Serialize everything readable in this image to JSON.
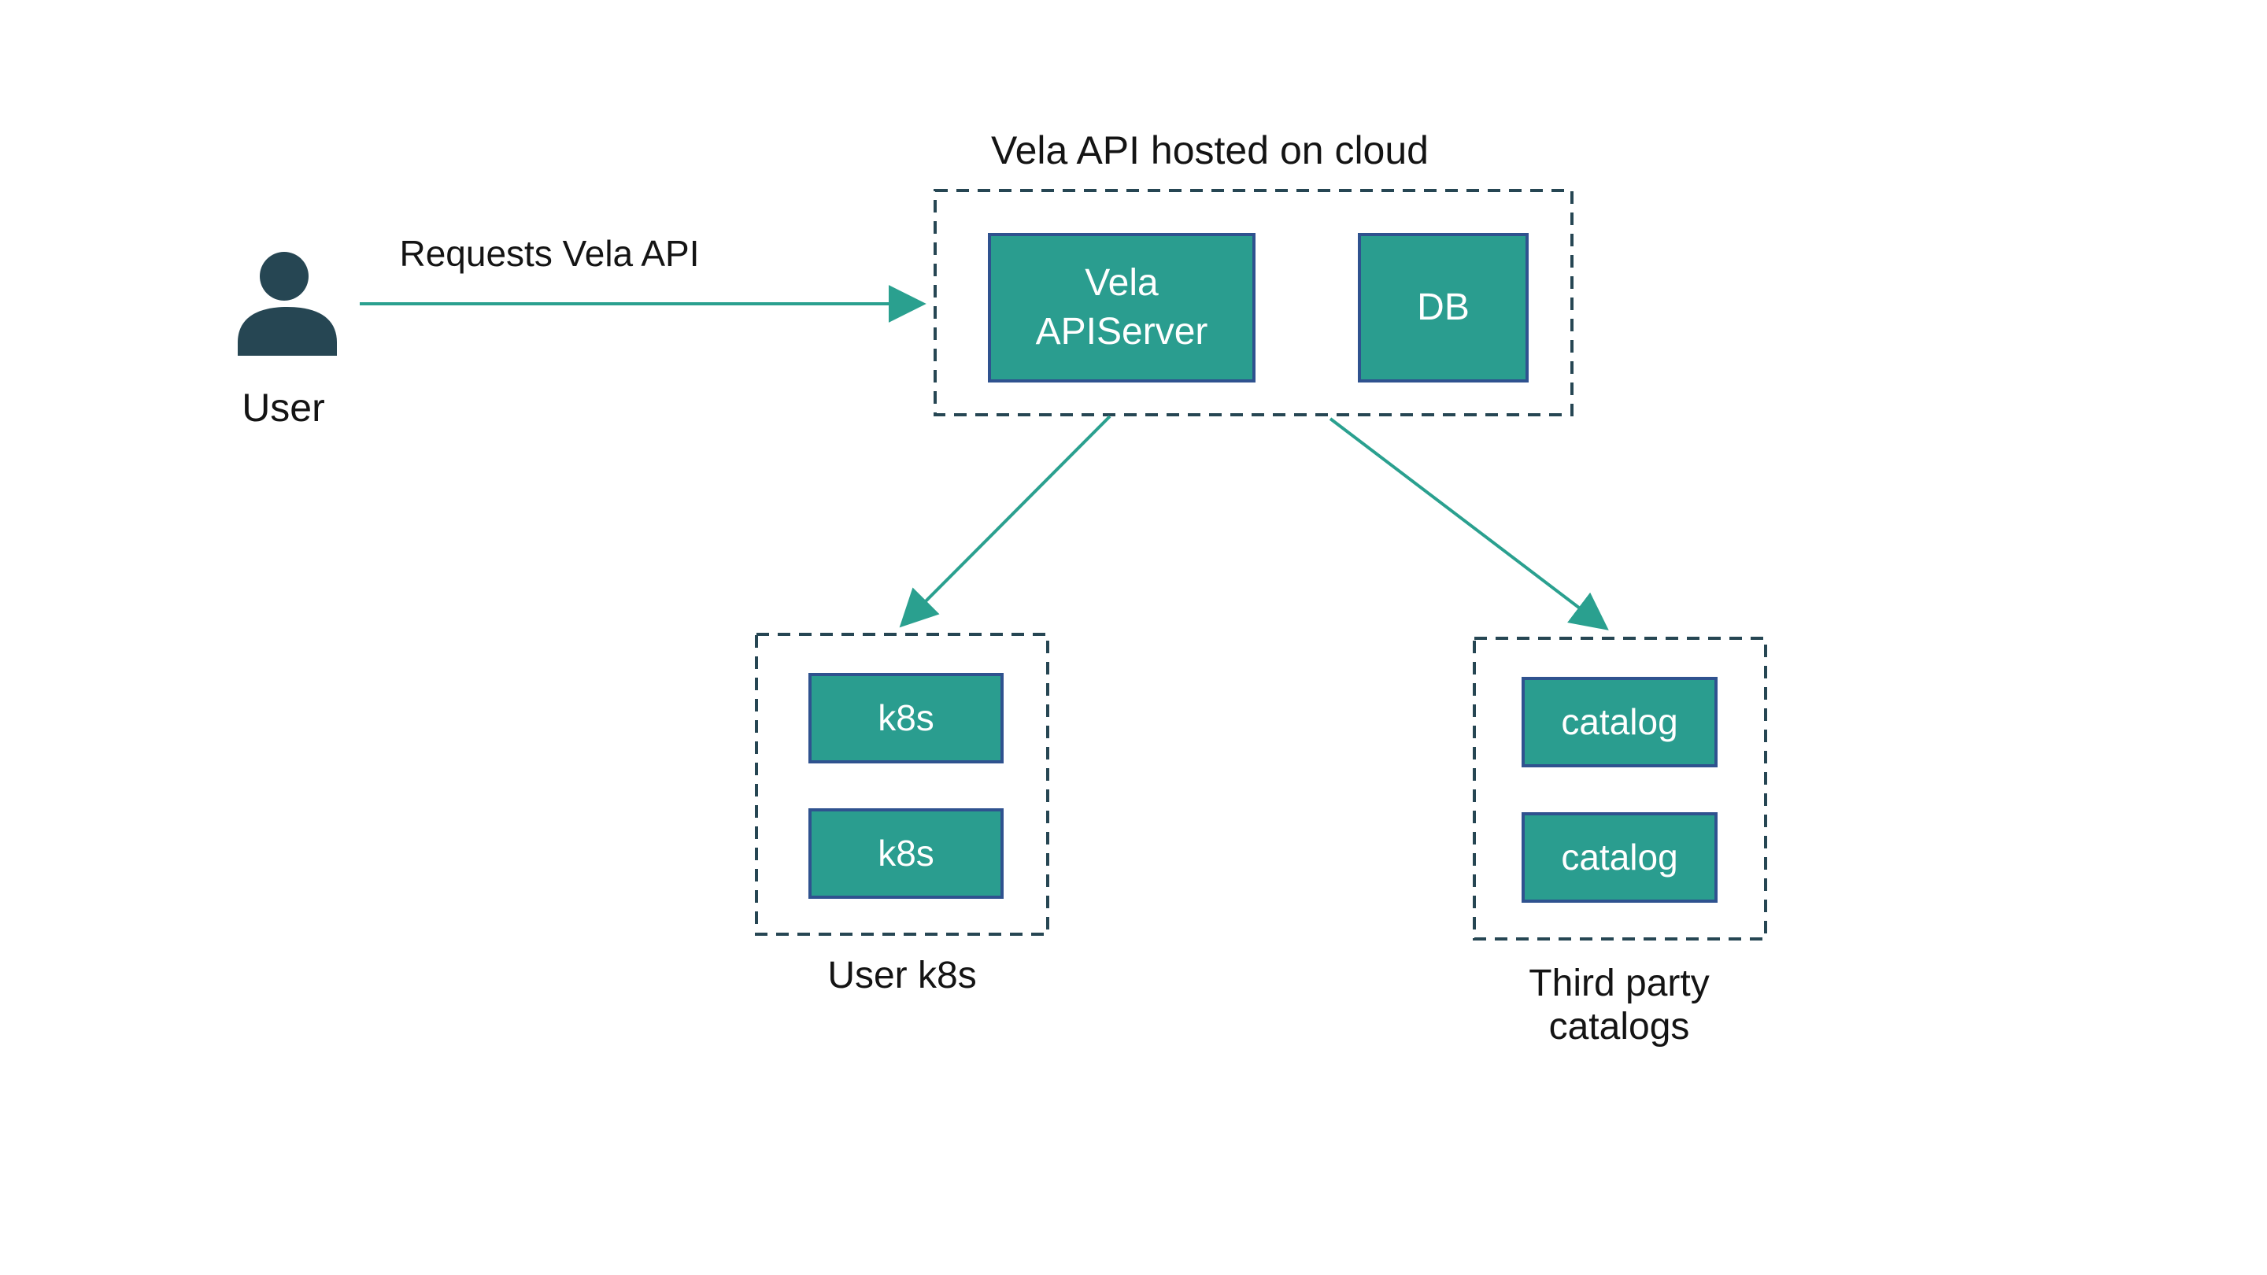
{
  "colors": {
    "background": "#FFFFFF",
    "node_fill": "#2A9D8F",
    "node_border": "#2F528F",
    "node_text": "#FFFFFF",
    "outline_dark": "#264653",
    "actor": "#264653",
    "arrow": "#2AA08F",
    "label_text": "#141414"
  },
  "user_actor": {
    "icon": "user-person-icon",
    "caption": "User",
    "request_label": "Requests Vela API"
  },
  "cloud_group": {
    "title": "Vela API hosted on cloud",
    "api_server_label": "Vela APIServer",
    "db_label": "DB"
  },
  "k8s_group": {
    "caption": "User k8s",
    "nodes": [
      "k8s",
      "k8s"
    ]
  },
  "catalog_group": {
    "caption": "Third party catalogs",
    "nodes": [
      "catalog",
      "catalog"
    ]
  }
}
